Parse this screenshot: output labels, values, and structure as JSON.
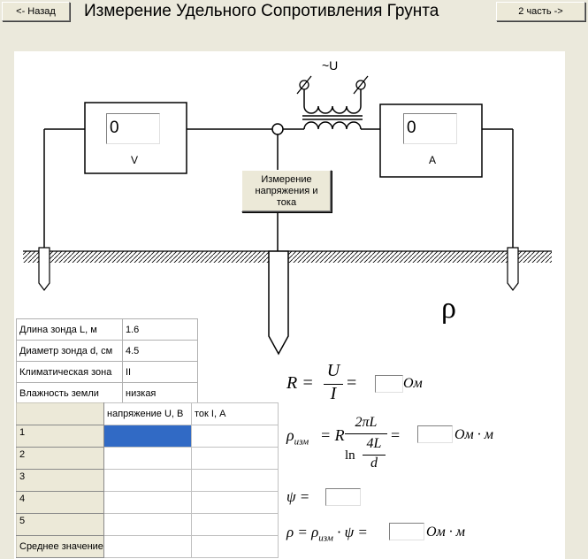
{
  "toolbar": {
    "back_label": "<- Назад",
    "next_label": "2 часть ->"
  },
  "page_title": "Измерение Удельного Сопротивления Грунта",
  "circuit": {
    "source_label": "~U",
    "voltmeter": {
      "reading": "0",
      "label": "V"
    },
    "ammeter": {
      "reading": "0",
      "label": "A"
    },
    "measure_button": [
      "Измерение",
      "напряжения и",
      "тока"
    ],
    "rho_symbol": "ρ"
  },
  "params": [
    {
      "label": "Длина зонда L, м",
      "value": "1.6"
    },
    {
      "label": "Диаметр зонда d, см",
      "value": "4.5"
    },
    {
      "label": "Климатическая зона",
      "value": "II"
    },
    {
      "label": "Влажность земли",
      "value": "низкая"
    }
  ],
  "grid": {
    "columns": [
      "",
      "напряжение U, В",
      "ток I, А"
    ],
    "rows": [
      {
        "label": "1",
        "u": "",
        "i": ""
      },
      {
        "label": "2",
        "u": "",
        "i": ""
      },
      {
        "label": "3",
        "u": "",
        "i": ""
      },
      {
        "label": "4",
        "u": "",
        "i": ""
      },
      {
        "label": "5",
        "u": "",
        "i": ""
      },
      {
        "label": "Среднее значение",
        "u": "",
        "i": ""
      }
    ]
  },
  "formulas": {
    "r_lhs": "R =",
    "r_num": "U",
    "r_den": "I",
    "r_eq": "=",
    "r_unit": "Ом",
    "rho_izm_lhs": "ρ",
    "rho_izm_sub": "изм",
    "rho_izm_eq": "= R",
    "rho_izm_num": "2πL",
    "rho_izm_ln": "ln",
    "rho_izm_inner_num": "4L",
    "rho_izm_inner_den": "d",
    "rho_izm_eq2": "=",
    "rho_izm_unit": "Ом · м",
    "psi_lhs": "ψ =",
    "rho_lhs": "ρ = ρ",
    "rho_sub": "изм",
    "rho_rhs": "· ψ =",
    "rho_unit": "Ом · м"
  }
}
